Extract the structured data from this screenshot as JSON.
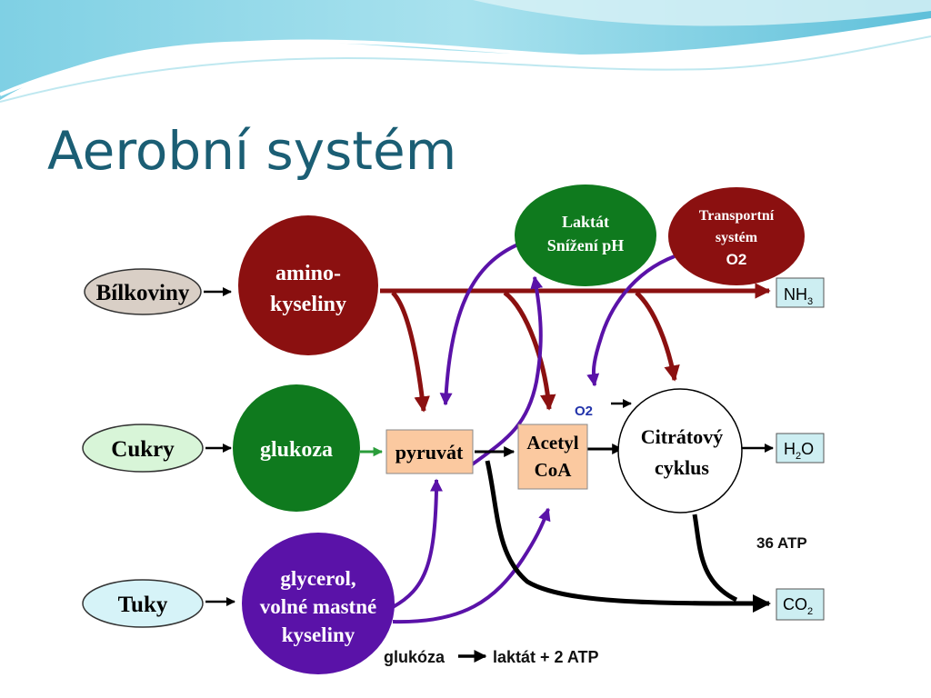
{
  "slide": {
    "title": "Aerobní systém"
  },
  "colors": {
    "title": "#1b5e74",
    "dark_red": "#8b1010",
    "green": "#0f7a1e",
    "purple": "#5a12a8",
    "orange_box": "#fbc9a0",
    "cyan_box": "#cdeef2",
    "food_oval_light": "#d9cfc6"
  },
  "diagram": {
    "sources": {
      "proteins": "Bílkoviny",
      "sugars": "Cukry",
      "fats": "Tuky"
    },
    "circles": {
      "amino_line1": "amino-",
      "amino_line2": "kyseliny",
      "glucose": "glukoza",
      "glycerol_line1": "glycerol,",
      "glycerol_line2": "volné mastné",
      "glycerol_line3": "kyseliny",
      "lactate_line1": "Laktát",
      "lactate_line2": "Snížení pH",
      "transport_line1": "Transportní",
      "transport_line2": "systém",
      "transport_line3": "O2",
      "citrate_line1": "Citrátový",
      "citrate_line2": "cyklus"
    },
    "boxes": {
      "pyruvate": "pyruvát",
      "acetyl_line1": "Acetyl",
      "acetyl_line2": "CoA"
    },
    "outputs": {
      "nh3_main": "NH",
      "nh3_sub": "3",
      "h2o_pre": "H",
      "h2o_sub": "2",
      "h2o_post": "O",
      "co2_main": "CO",
      "co2_sub": "2"
    },
    "labels": {
      "o2": "O2",
      "atp": "36 ATP",
      "glycolysis_left": "glukóza",
      "glycolysis_right": "laktát + 2 ATP"
    }
  }
}
